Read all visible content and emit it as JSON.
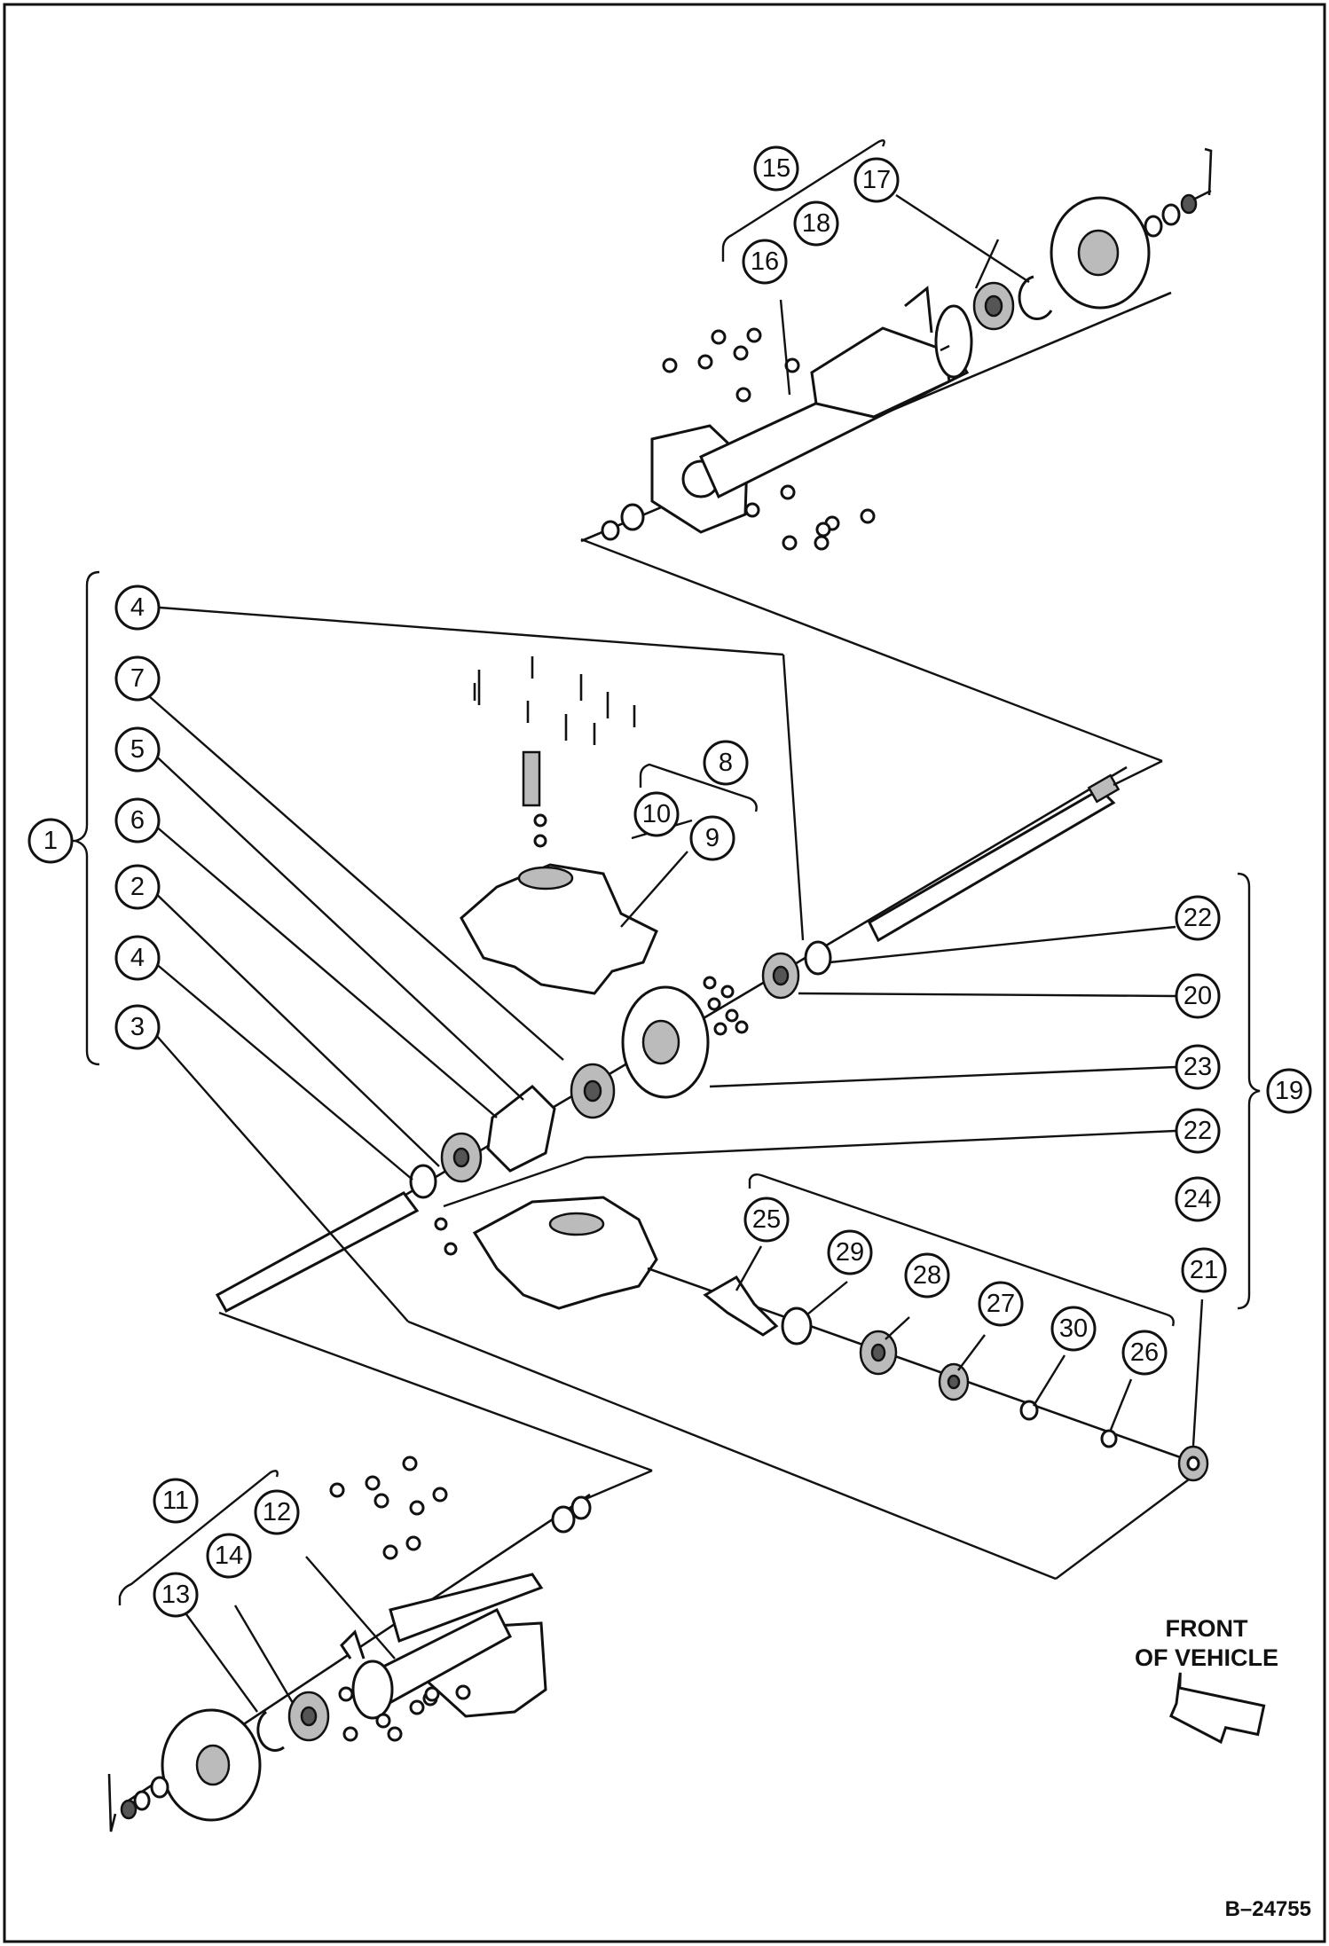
{
  "callouts": {
    "c1": "1",
    "c2": "2",
    "c3": "3",
    "c4a": "4",
    "c4b": "4",
    "c5": "5",
    "c6": "6",
    "c7": "7",
    "c8": "8",
    "c9": "9",
    "c10": "10",
    "c11": "11",
    "c12": "12",
    "c13": "13",
    "c14": "14",
    "c15": "15",
    "c16": "16",
    "c17": "17",
    "c18": "18",
    "c19": "19",
    "c20": "20",
    "c21": "21",
    "c22a": "22",
    "c22b": "22",
    "c23": "23",
    "c24": "24",
    "c25": "25",
    "c26": "26",
    "c27": "27",
    "c28": "28",
    "c29": "29",
    "c30": "30"
  },
  "orientation": {
    "line1": "FRONT",
    "line2": "OF VEHICLE"
  },
  "document_number": "B–24755"
}
